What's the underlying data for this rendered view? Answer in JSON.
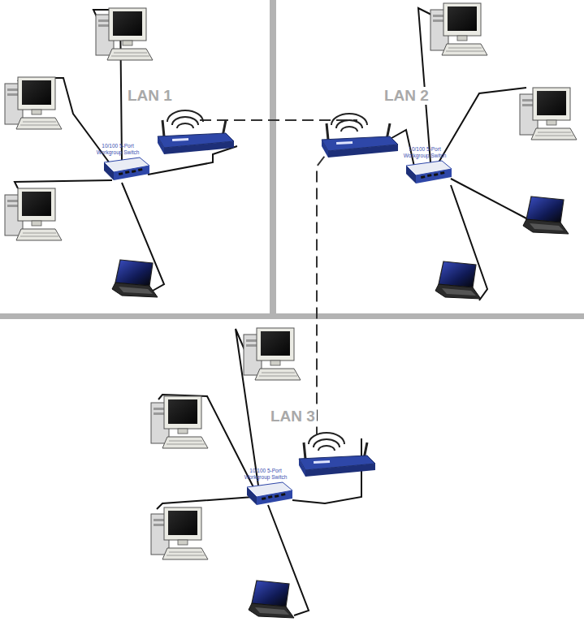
{
  "diagram": {
    "nodes": [
      {
        "text": [
          "10/100 5-Port Workgroup Switch"
        ]
      },
      {
        "text": [
          "10/100 5-Port Workgroup Switch"
        ]
      },
      {
        "text": [
          "10/100 5-Port Workgroup Switch"
        ]
      }
    ],
    "labels": [
      "LAN 1",
      "LAN 2",
      "LAN 3"
    ]
  }
}
